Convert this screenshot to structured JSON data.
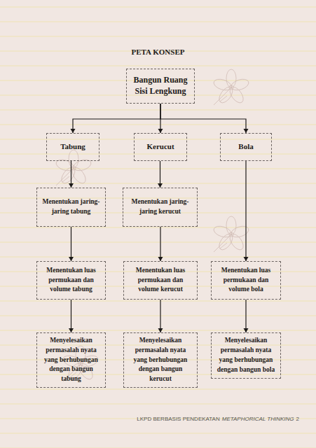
{
  "diagram": {
    "title": "PETA KONSEP",
    "nodes": [
      {
        "text": [
          "Bangun Ruang Sisi Lengkung"
        ]
      },
      {
        "text": [
          "Tabung"
        ]
      },
      {
        "text": [
          "Kerucut"
        ]
      },
      {
        "text": [
          "Bola"
        ]
      },
      {
        "text": [
          "Menentukan jaring-jaring tabung"
        ]
      },
      {
        "text": [
          "Menentukan jaring-jaring kerucut"
        ]
      },
      {
        "text": [
          "Menentukan luas permukaan dan volume tabung"
        ]
      },
      {
        "text": [
          "Menentukan luas permukaan dan volume kerucut"
        ]
      },
      {
        "text": [
          "Menentukan luas permukaan dan volume bola"
        ]
      },
      {
        "text": [
          "Menyelesaikan permasalah nyata yang berhubungan dengan bangun tabung"
        ]
      },
      {
        "text": [
          "Menyelesaikan permasalah nyata yang berhubungan dengan bangun kerucut"
        ]
      },
      {
        "text": [
          "Menyelesaikan permasalah nyata yang berhubungan dengan bangun bola"
        ]
      }
    ],
    "edges": [
      {
        "from": 0,
        "to": 1,
        "arrow": "to"
      },
      {
        "from": 0,
        "to": 2,
        "arrow": "to"
      },
      {
        "from": 0,
        "to": 3,
        "arrow": "to"
      },
      {
        "from": 1,
        "to": 4,
        "arrow": "to"
      },
      {
        "from": 4,
        "to": 6,
        "arrow": "to"
      },
      {
        "from": 6,
        "to": 9,
        "arrow": "to"
      },
      {
        "from": 2,
        "to": 5,
        "arrow": "to"
      },
      {
        "from": 5,
        "to": 7,
        "arrow": "to"
      },
      {
        "from": 7,
        "to": 10,
        "arrow": "to"
      },
      {
        "from": 3,
        "to": 8,
        "arrow": "to"
      },
      {
        "from": 8,
        "to": 11,
        "arrow": "to"
      }
    ],
    "labels": [
      "LKPD BERBASIS PENDEKATAN",
      "METAPHORICAL THINKING",
      "2"
    ]
  }
}
